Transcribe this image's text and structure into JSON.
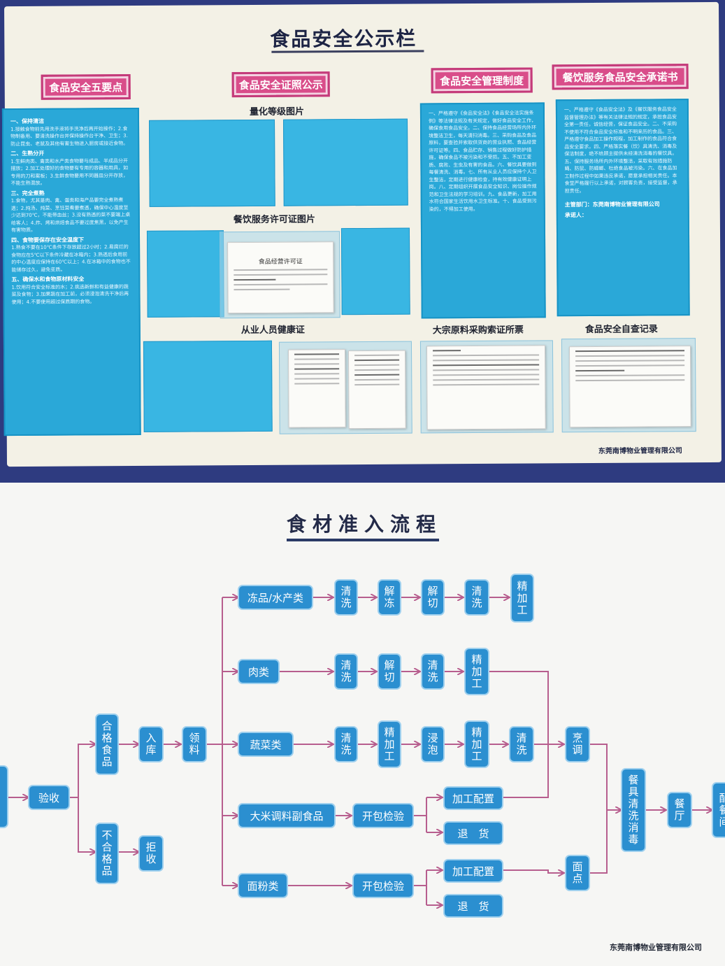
{
  "board": {
    "title": "食品安全公示栏",
    "tags": [
      "食品安全五要点",
      "食品安全证照公示",
      "食品安全管理制度",
      "餐饮服务食品安全承诺书"
    ],
    "labels": {
      "grade": "量化等级图片",
      "license": "餐饮服务许可证图片",
      "health": "从业人员健康证",
      "invoice": "大宗原料采购索证所票",
      "selfcheck": "食品安全自查记录"
    },
    "five_points": [
      {
        "h": "一、保持清洁",
        "t": "1.接触食物前先用洗手液将手洗净后再开始操作；2.食物制备用、要清洗操作台并保持操作台干净、卫生；3.防止昆虫、老鼠及其他有害生物进入厨房或接近食物。"
      },
      {
        "h": "二、生熟分开",
        "t": "1.生鲜肉类、禽类和水产类食物要与成品、半成品分开摆放；2.加工处理好的食物要有专用的容器和用具，如专用的刀和案板；3.生鲜食物要用不同器皿分开存放，不能生熟混放。"
      },
      {
        "h": "三、完全煮熟",
        "t": "1.食物，尤其是肉、禽、蛋类和海产品要完全煮熟煮透；2.炖汤、炖菜、烹饪菜肴要煮透，确保中心温度至少达到70℃，不能带血丝；3.没有熟透的菜不要端上桌给客人；4.炸、烤和烘焙食品不要过度焦黑，以免产生有害物质。"
      },
      {
        "h": "四、食物要保存在安全温度下",
        "t": "1.熟食不要在10℃条件下存放超过2小时；2.易腐烂的食物应在5℃以下条件冷藏在冰箱内；3.熟透后食用前的中心温度应保持在60℃以上；4.在冰箱中的食物也不能储存过久，避免变质。"
      },
      {
        "h": "五、确保水和食物原材料安全",
        "t": "1.饮用符合安全标准的水；2.挑选新鲜和有益健康的蔬菜及食物；3.加果蔬在加工前，必须浸泡清洗干净后再使用；4.不要使用超过保质期的食物。"
      }
    ],
    "management": "一、严格遵守《食品安全法》《食品安全法实施条例》等法律法规及有关规定，做好食品安全工作，确保食用食品安全。二、保持食品经营场所内外环境整洁卫生，每天清扫消毒。三、采购食品及食品原料，要查验并索取供货商的营业执照、食品经营许可证等。四、食品贮存、销售过程做好防护措施，确保食品不被污染和不受损。五、不加工变质、腐败、生虫及有害的食品。六、餐饮具要做到每餐清洗、消毒。七、所有从业人员应保持个人卫生整洁，定期进行健康检查，持有效健康证明上岗。八、定期组织开展食品安全知识、岗位操作规范和卫生法规的学习培训。九、食品更新，加工用水符合国家生活饮用水卫生标准。十、食品受到污染的，不得加工使用。",
    "pledge": "一、严格遵守《食品安全法》及《餐饮服务食品安全监督管理办法》等有关法律法规的规定，承担食品安全第一责任，诚信经营，保证食品安全。二、不采购不使用不符合食品安全标准和不明来历的食品。三、严格遵守食品加工操作规程，加工制作的食品符合食品安全要求。四、严格落实餐（饮）具清洗、消毒及保洁制度，绝不给顾主提供未经清洗消毒的餐饮具。五、保持服务场所内外环境整洁，采取有效措施防蝇、防鼠、防蟑螂、杜绝食品被污染。六、在食品加工制作过程中如果违反承诺，愿意承担相关责任。本食堂严格履行以上承诺，对顾客负责，接受监督，承担责任。",
    "pledge_dept": "主管部门：东莞南博物业管理有限公司",
    "pledge_person": "承诺人：",
    "license_doc_title": "食品经营许可证",
    "company": "东莞南博物业管理有限公司"
  },
  "flow": {
    "title": "食材准入流程",
    "nodes": {
      "accept": "验收",
      "qualified": "合格食品",
      "unqualified": "不合格品",
      "instock": "入库",
      "reject": "拒收",
      "pick": "领料",
      "frozen": "冻品/水产类",
      "meat": "肉类",
      "veg": "蔬菜类",
      "rice": "大米调料副食品",
      "flour": "面粉类",
      "f1": "清洗",
      "f2": "解冻",
      "f3": "解切",
      "f4": "清洗",
      "f5": "精加工",
      "m1": "清洗",
      "m2": "解切",
      "m3": "清洗",
      "m4": "精加工",
      "v1": "清洗",
      "v2": "精加工",
      "v3": "浸泡",
      "v4": "精加工",
      "v5": "清洗",
      "r1": "开包检验",
      "r2": "加工配置",
      "r3": "退　货",
      "fl1": "开包检验",
      "fl2": "加工配置",
      "fl3": "退　货",
      "cook": "烹调",
      "pastry": "面点",
      "tableware": "餐具清洗消毒",
      "hall": "餐厅",
      "cutoff": "配餐间"
    },
    "company": "东莞南博物业管理有限公司"
  }
}
